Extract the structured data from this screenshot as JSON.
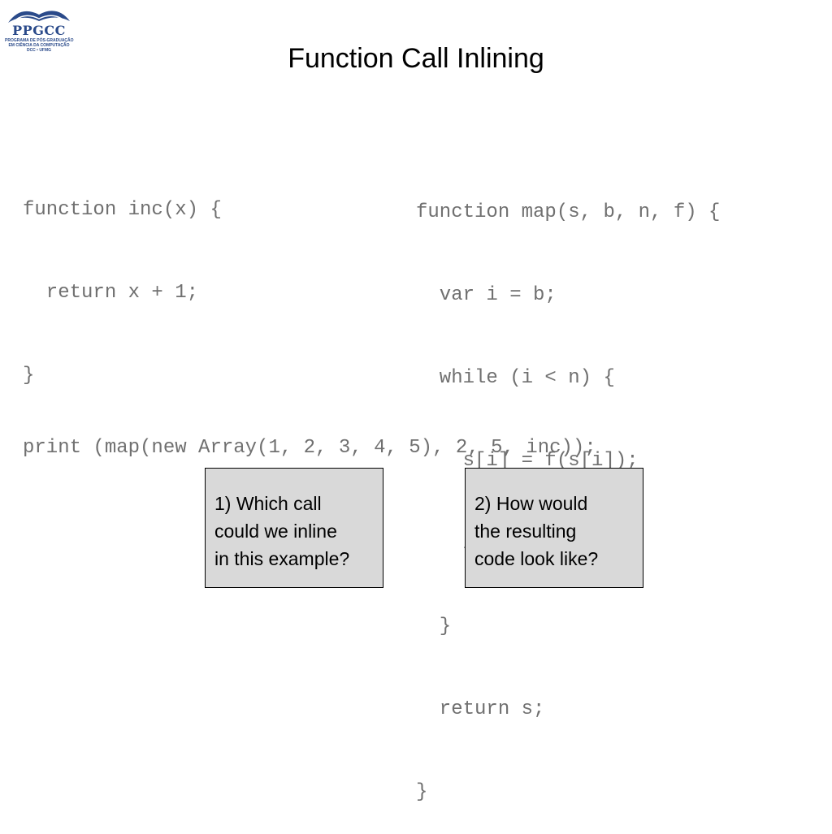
{
  "logo": {
    "name": "PPGCC",
    "subtitle_lines": [
      "PROGRAMA DE PÓS-GRADUAÇÃO",
      "EM CIÊNCIA DA COMPUTAÇÃO",
      "DCC • UFMG"
    ]
  },
  "slide": {
    "title": "Function Call Inlining"
  },
  "code_inc": [
    "function inc(x) {",
    "  return x + 1;",
    "}"
  ],
  "code_map": [
    "function map(s, b, n, f) {",
    "  var i = b;",
    "  while (i < n) {",
    "    s[i] = f(s[i]);",
    "    i++;",
    "  }",
    "  return s;",
    "}"
  ],
  "code_print": "print (map(new Array(1, 2, 3, 4, 5), 2, 5, inc));",
  "question_1": [
    "1) Which call",
    "could we inline",
    "in this example?"
  ],
  "question_2": [
    "2) How would",
    "the resulting",
    "code look like?"
  ],
  "colors": {
    "code_text": "#707070",
    "box_fill": "#d9d9d9",
    "logo_blue": "#2a4a8a"
  }
}
